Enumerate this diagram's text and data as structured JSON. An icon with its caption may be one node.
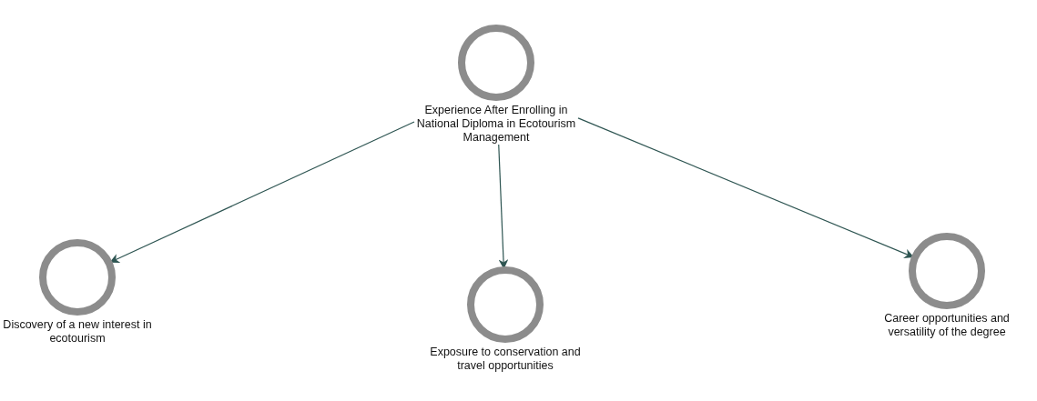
{
  "diagram": {
    "nodes": [
      {
        "text": [
          "Experience After Enrolling in National Diploma in Ecotourism Management"
        ]
      },
      {
        "text": [
          "Discovery of a new interest in ecotourism"
        ]
      },
      {
        "text": [
          "Exposure to conservation and travel opportunities"
        ]
      },
      {
        "text": [
          "Career opportunities and versatility of the degree"
        ]
      }
    ],
    "edges": [
      {
        "from": 0,
        "to": 1,
        "arrow": "to"
      },
      {
        "from": 0,
        "to": 2,
        "arrow": "to"
      },
      {
        "from": 0,
        "to": 3,
        "arrow": "to"
      }
    ]
  }
}
